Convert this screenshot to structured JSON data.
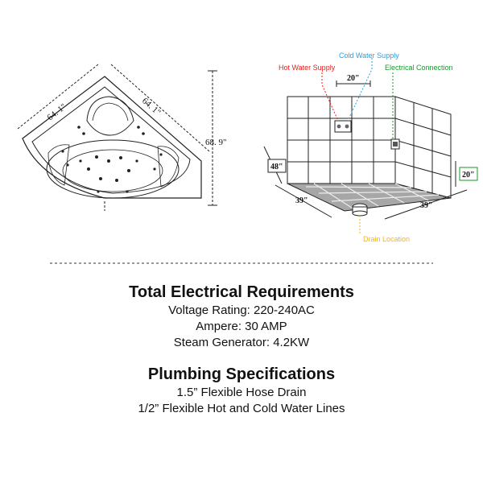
{
  "tub_diagram": {
    "side_left": "64. 1\"",
    "side_right": "64. 1\"",
    "depth": "68. 9\""
  },
  "room_diagram": {
    "labels": {
      "hot_water": "Hot Water Supply",
      "cold_water": "Cold Water Supply",
      "electrical": "Electrical Connection",
      "drain": "Drain Location"
    },
    "dims": {
      "top_width": "20\"",
      "height_left": "48\"",
      "height_right": "20\"",
      "floor_left": "39\"",
      "floor_right": "39\""
    },
    "colors": {
      "hot_water": "#e02020",
      "cold_water": "#2a9de0",
      "electrical": "#1a9a2a",
      "drain": "#f2b51b"
    }
  },
  "electrical": {
    "heading": "Total Electrical Requirements",
    "lines": [
      "Voltage Rating: 220-240AC",
      "Ampere: 30 AMP",
      "Steam Generator: 4.2KW"
    ]
  },
  "plumbing": {
    "heading": "Plumbing Specifications",
    "lines": [
      "1.5” Flexible Hose Drain",
      "1/2” Flexible Hot and Cold Water Lines"
    ]
  }
}
